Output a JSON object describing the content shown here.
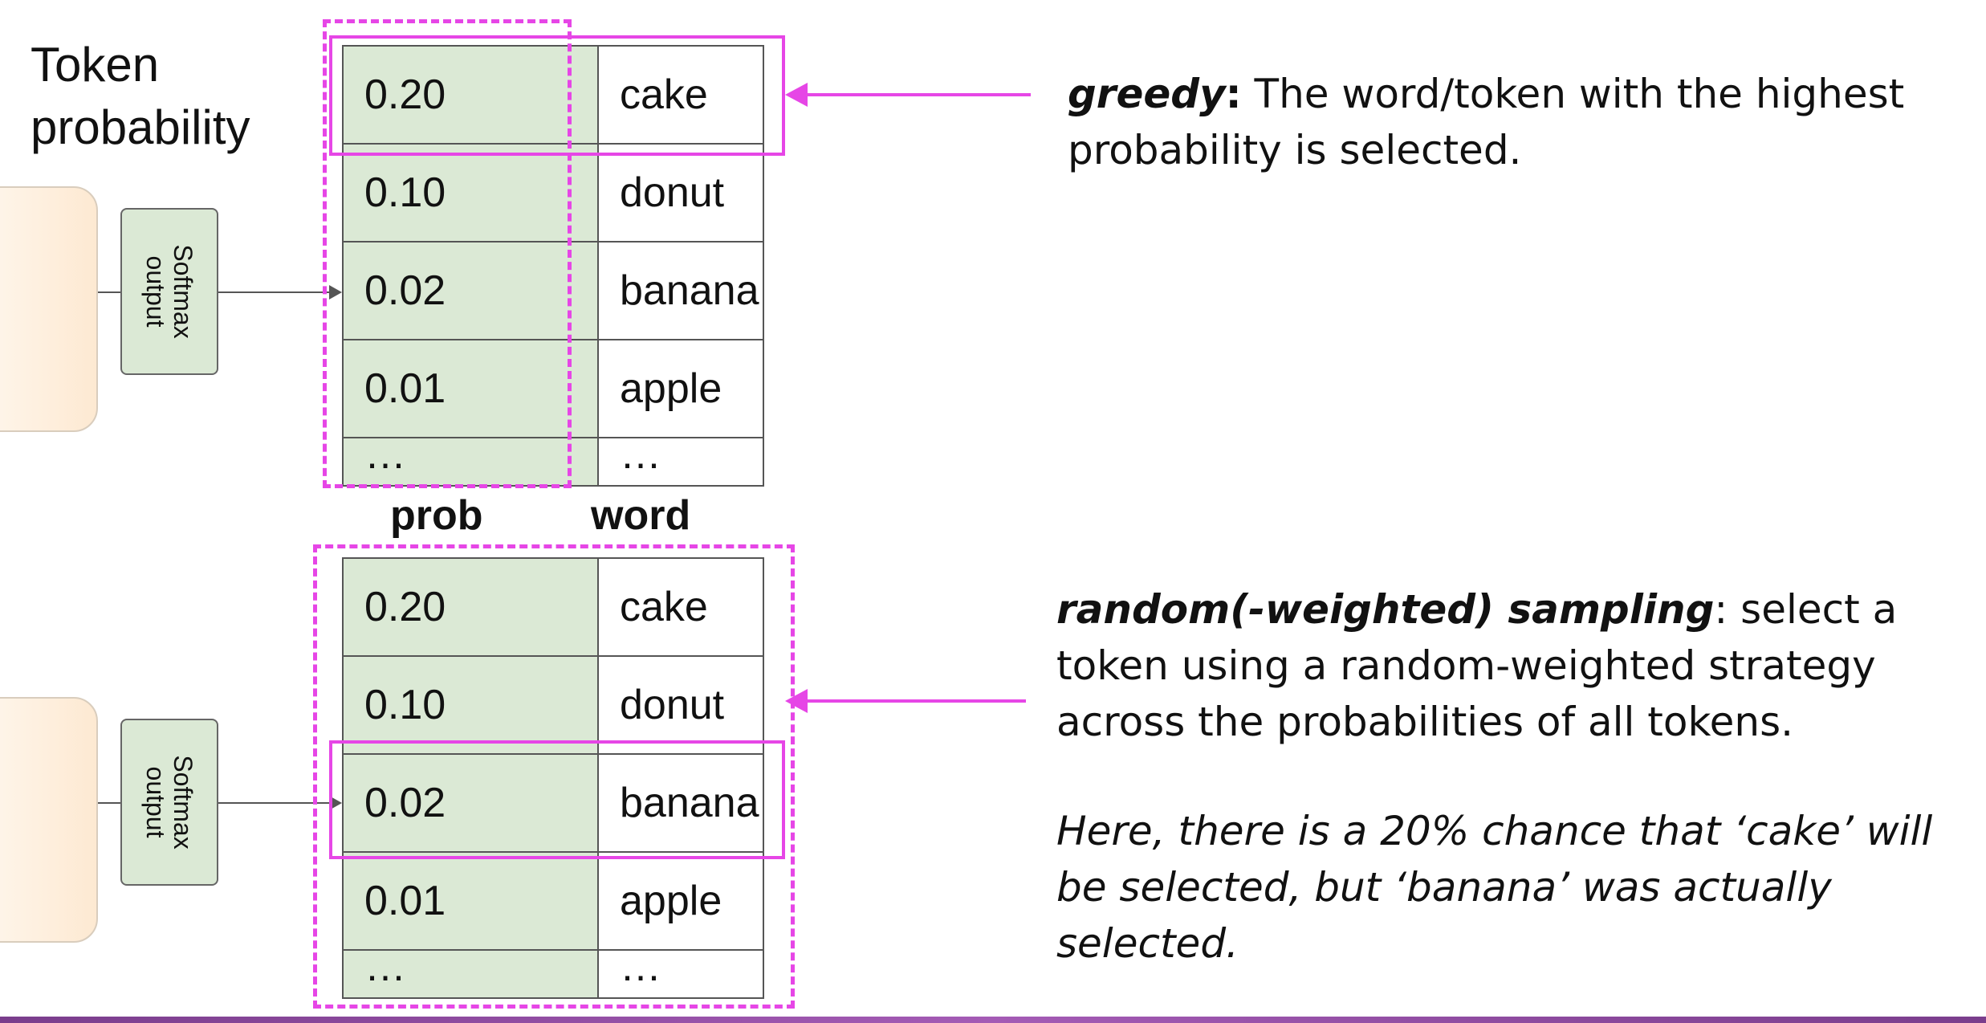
{
  "heading": {
    "line1": "Token",
    "line2": "probability"
  },
  "softmax_label": "Softmax output",
  "columns": {
    "prob": "prob",
    "word": "word"
  },
  "tables": [
    {
      "rows": [
        {
          "prob": "0.20",
          "word": "cake"
        },
        {
          "prob": "0.10",
          "word": "donut"
        },
        {
          "prob": "0.02",
          "word": "banana"
        },
        {
          "prob": "0.01",
          "word": "apple"
        },
        {
          "prob": "…",
          "word": "…"
        }
      ]
    },
    {
      "rows": [
        {
          "prob": "0.20",
          "word": "cake"
        },
        {
          "prob": "0.10",
          "word": "donut"
        },
        {
          "prob": "0.02",
          "word": "banana"
        },
        {
          "prob": "0.01",
          "word": "apple"
        },
        {
          "prob": "…",
          "word": "…"
        }
      ]
    }
  ],
  "greedy": {
    "term": "greedy",
    "colon": ":",
    "text": " The word/token with the highest probability is selected."
  },
  "random": {
    "term": "random(-weighted) sampling",
    "colon": ":",
    "text": " select a token using a random-weighted strategy across the probabilities of all tokens.",
    "note": "Here, there is a 20% chance that ‘cake’ will be selected, but ‘banana’ was actually selected."
  },
  "colors": {
    "highlight": "#e646e6",
    "prob_cell": "#dbe9d5",
    "accent_bar": "#8e4aa0"
  }
}
